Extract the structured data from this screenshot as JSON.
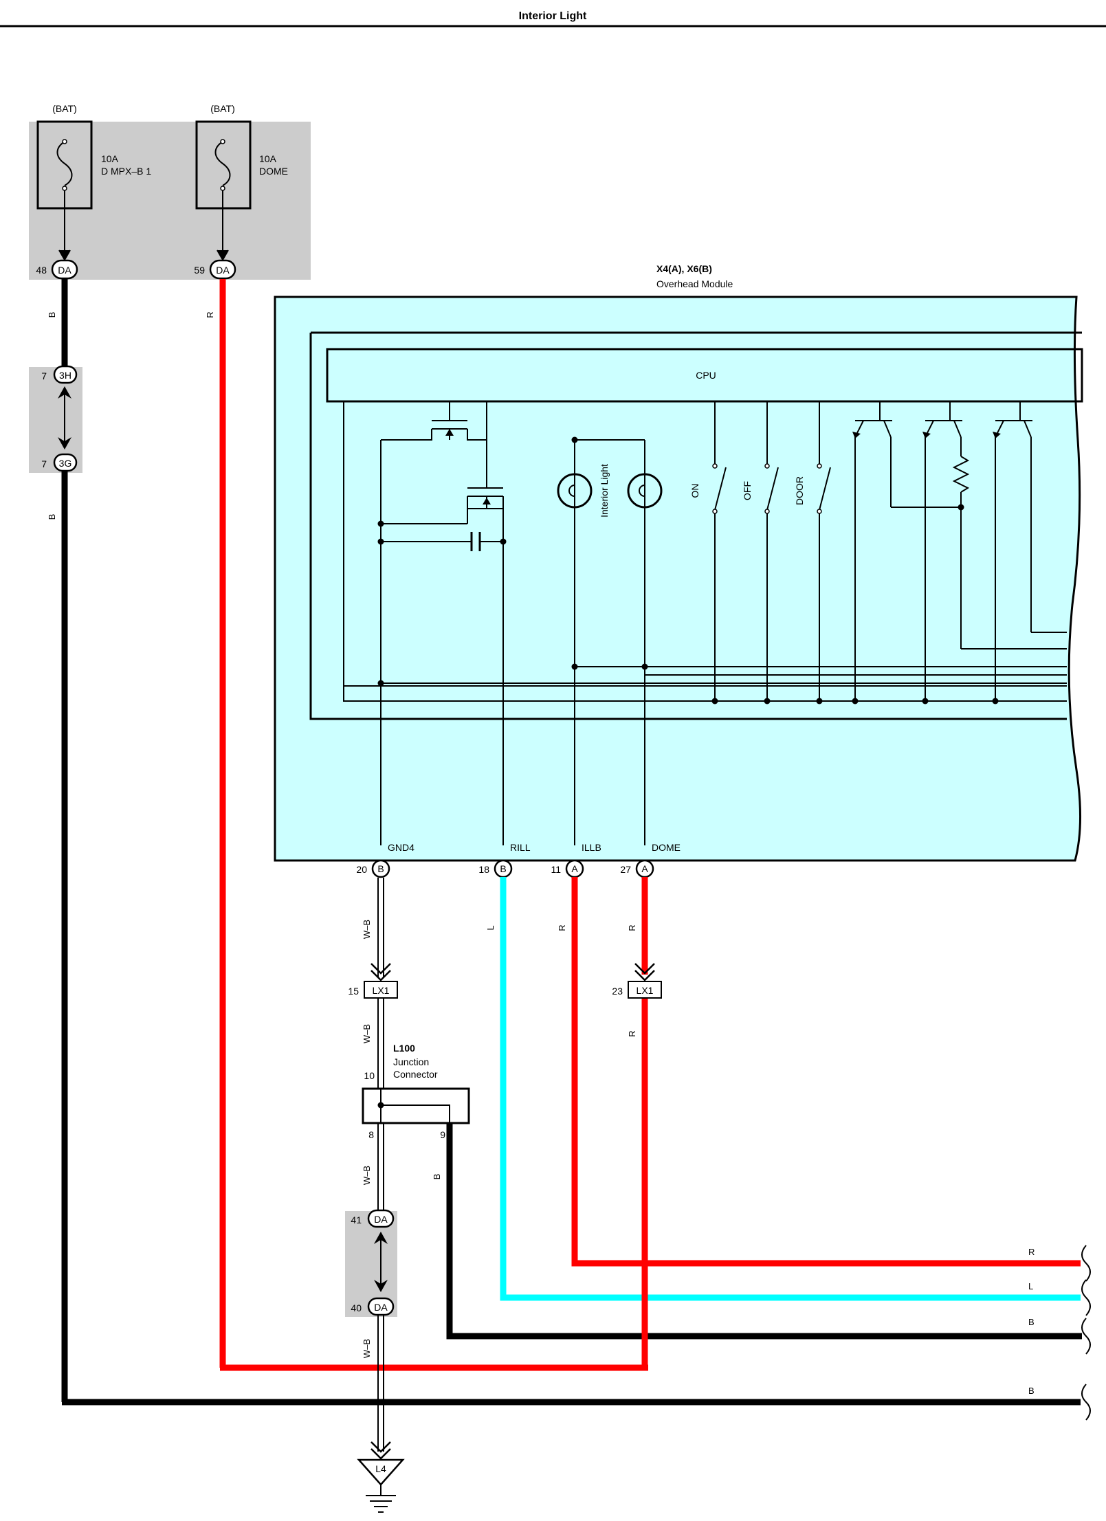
{
  "title": "Interior Light",
  "colors": {
    "wire_red": "#ff0000",
    "wire_light_blue": "#00ffff",
    "wire_black": "#000000",
    "module_fill": "#ccffff",
    "fuse_box_fill": "#cccccc"
  },
  "fuses": [
    {
      "source": "(BAT)",
      "rating": "10A",
      "name": "D MPX–B 1",
      "pin": "48",
      "connector": "DA",
      "wire_color": "B"
    },
    {
      "source": "(BAT)",
      "rating": "10A",
      "name": "DOME",
      "pin": "59",
      "connector": "DA",
      "wire_color": "R"
    }
  ],
  "inline_connector_top": {
    "pin": "7",
    "connector": "3H"
  },
  "inline_connector_bottom": {
    "pin": "7",
    "connector": "3G"
  },
  "wire_b_lower": "B",
  "module": {
    "id": "X4(A), X6(B)",
    "name": "Overhead Module",
    "cpu_label": "CPU",
    "lamp_label": "Interior Light",
    "switches": [
      "ON",
      "OFF",
      "DOOR"
    ],
    "terminals": [
      {
        "name": "GND4",
        "pin": "20",
        "connector": "B",
        "wire_color": "W–B"
      },
      {
        "name": "RILL",
        "pin": "18",
        "connector": "B",
        "wire_color": "L"
      },
      {
        "name": "ILLB",
        "pin": "11",
        "connector": "A",
        "wire_color": "R"
      },
      {
        "name": "DOME",
        "pin": "27",
        "connector": "A",
        "wire_color": "R"
      }
    ]
  },
  "lx1_left": {
    "pin": "15",
    "connector": "LX1",
    "wire_color_below": "W–B"
  },
  "lx1_right": {
    "pin": "23",
    "connector": "LX1",
    "wire_color_below": "R"
  },
  "junction": {
    "id": "L100",
    "name": "Junction Connector",
    "pin_in": "10",
    "pin_out_left": "8",
    "pin_out_right": "9",
    "wire_left": "W–B",
    "wire_right": "B"
  },
  "da_41": {
    "pin": "41",
    "connector": "DA"
  },
  "da_40": {
    "pin": "40",
    "connector": "DA",
    "wire_color": "W–B"
  },
  "ground": "L4",
  "right_wires": [
    "R",
    "L",
    "B",
    "B"
  ]
}
